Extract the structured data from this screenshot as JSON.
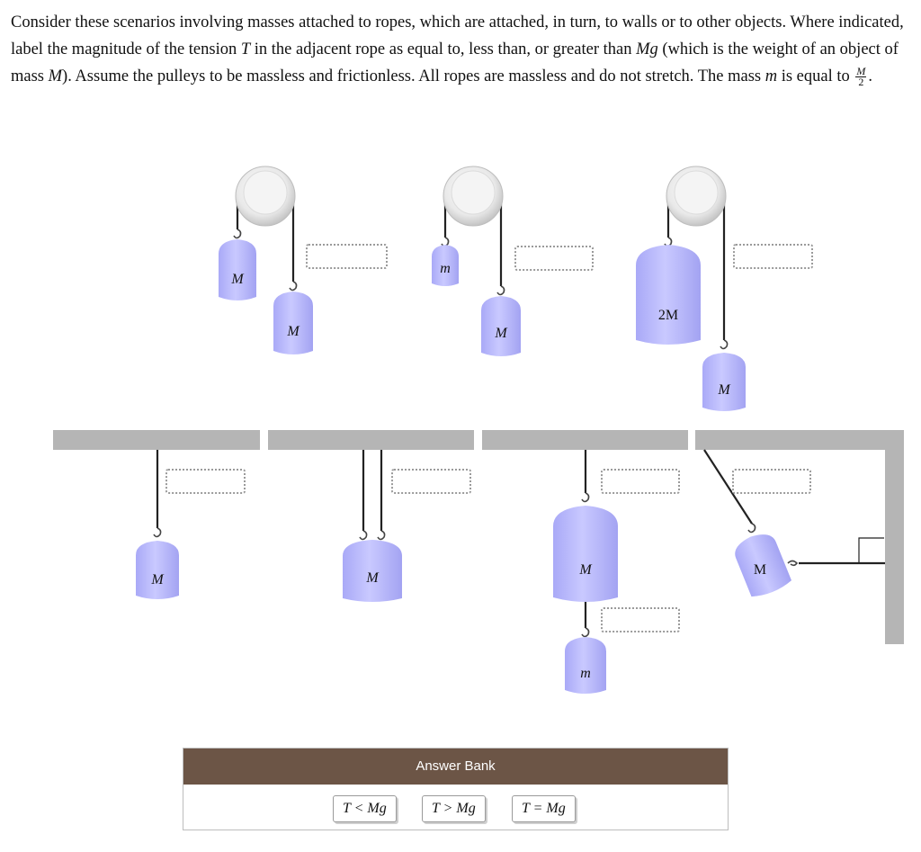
{
  "prompt": {
    "part1": "Consider these scenarios involving masses attached to ropes, which are attached, in turn, to walls or to other objects. Where indicated, label the magnitude of the tension ",
    "var_T": "T",
    "part2": " in the adjacent rope as equal to, less than, or greater than ",
    "var_Mg": "Mg",
    "part3": " (which is the weight of an object of mass ",
    "var_M": "M",
    "part4": "). Assume the pulleys to be massless and frictionless. All ropes are massless and do not stretch. The mass ",
    "var_m": "m",
    "part5": " is equal to ",
    "frac_num": "M",
    "frac_den": "2",
    "part6": "."
  },
  "masses": {
    "p1_left": "M",
    "p1_right": "M",
    "p2_left": "m",
    "p2_right": "M",
    "p3_left": "2M",
    "p3_right": "M",
    "c1": "M",
    "c2": "M",
    "c3_top": "M",
    "c3_bottom": "m",
    "c4": "M"
  },
  "answer_bank": {
    "title": "Answer Bank",
    "options": [
      "T < Mg",
      "T > Mg",
      "T = Mg"
    ]
  },
  "colors": {
    "mass_fill": "#b7b7ff",
    "ceiling": "#b5b5b5",
    "bank_header": "#6c5546"
  }
}
